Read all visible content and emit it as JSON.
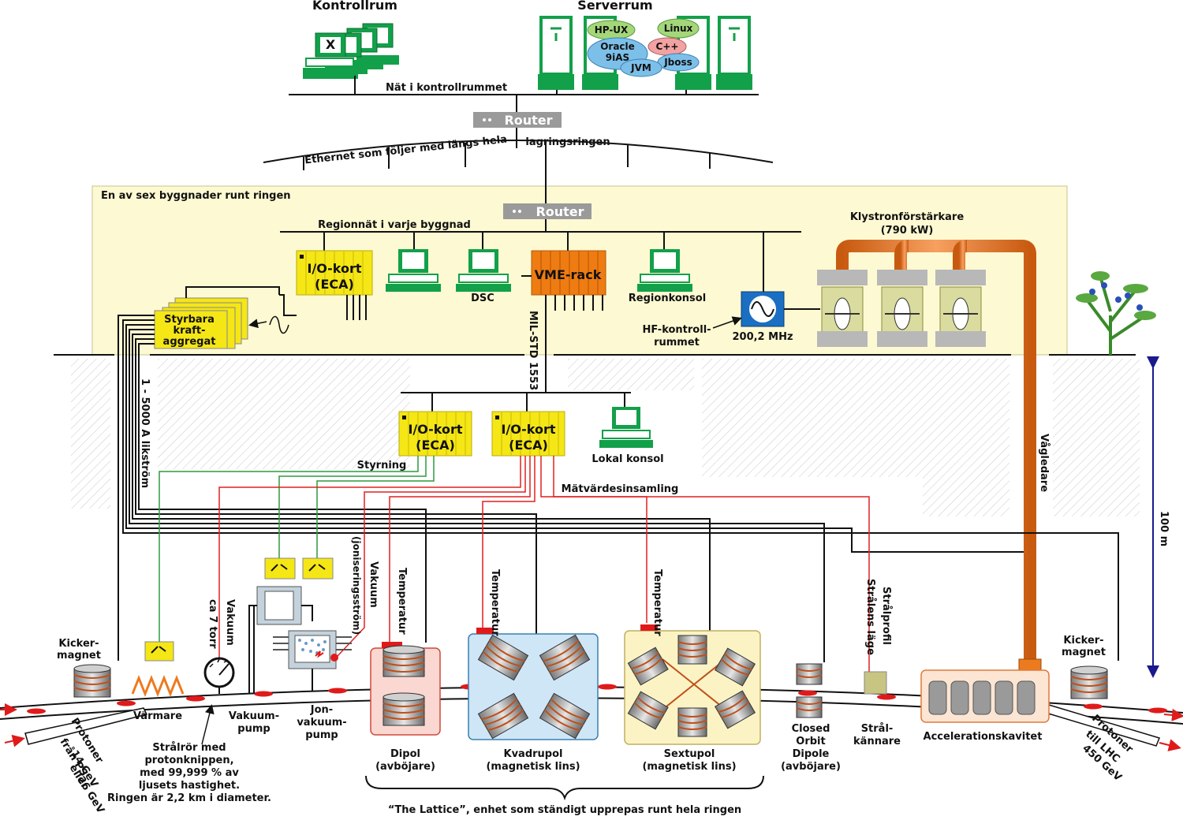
{
  "colors": {
    "building_bg": "#fdf9d2",
    "building_border": "#c8c38a",
    "terminal_green": "#13a04a",
    "io_yellow": "#f5e616",
    "vme_orange": "#ee7c12",
    "pipe_orange": "#ec7a1f",
    "control_green": "#2e9a3e",
    "measure_red": "#e02020",
    "router_gray": "#9a9a9a",
    "beam_red": "#e01a1a",
    "quad_box": "#cfe6f7",
    "sext_box": "#fbf3c4",
    "dipole_box": "#fbd7d2",
    "height_arrow": "#1a1a8c",
    "cloud_green": "#a4d67a",
    "cloud_blue": "#7cc0ea",
    "cloud_pink": "#f2a2a2"
  },
  "top": {
    "kontrollrum": "Kontrollrum",
    "serverrum": "Serverrum",
    "nat_kontrollrum": "Nät i kontrollrummet",
    "router": "Router",
    "ethernet_left": "Ethernet som följer med längs hela",
    "ethernet_right": "lagringsringen",
    "clouds": {
      "hpux": "HP-UX",
      "linux": "Linux",
      "oracle1": "Oracle",
      "oracle2": "9iAS",
      "cpp": "C++",
      "jvm": "JVM",
      "jboss": "Jboss"
    },
    "x_label": "X"
  },
  "building": {
    "title": "En av sex byggnader runt ringen",
    "router": "Router",
    "regionnat": "Regionnät i varje byggnad",
    "io_kort_l1": "I/O-kort",
    "io_kort_l2": "(ECA)",
    "dsc": "DSC",
    "vme": "VME-rack",
    "regionkonsol": "Regionkonsol",
    "klystron_l1": "Klystronförstärkare",
    "klystron_l2": "(790 kW)",
    "hf_l1": "HF-kontroll-",
    "hf_l2": "rummet",
    "freq": "200,2 MHz",
    "styrbara_l1": "Styrbara",
    "styrbara_l2": "kraft-",
    "styrbara_l3": "aggregat",
    "milstd": "MIL-STD 1553"
  },
  "underground": {
    "likstrom": "1 - 5000 A likström",
    "io1_l1": "I/O-kort",
    "io1_l2": "(ECA)",
    "io2_l1": "I/O-kort",
    "io2_l2": "(ECA)",
    "lokal": "Lokal konsol",
    "styrning": "Styrning",
    "matvarde": "Mätvärdesinsamling",
    "vagledare": "Vågledare",
    "hojd": "100 m"
  },
  "ring": {
    "kicker_left_l1": "Kicker-",
    "kicker_left_l2": "magnet",
    "kicker_right_l1": "Kicker-",
    "kicker_right_l2": "magnet",
    "varmare": "Värmare",
    "vakuum_l1": "Vakuum",
    "vakuum_l2": "ca 7 torr",
    "vakuumpump_l1": "Vakuum-",
    "vakuumpump_l2": "pump",
    "jon_l1": "Jon-",
    "jon_l2": "vakuum-",
    "jon_l3": "pump",
    "vakuum_jon_l1": "Vakuum",
    "vakuum_jon_l2": "(joniseringsström)",
    "temp": "Temperatur",
    "temp_short": "Temperatur",
    "dipol_l1": "Dipol",
    "dipol_l2": "(avböjare)",
    "kvadrupol_l1": "Kvadrupol",
    "kvadrupol_l2": "(magnetisk lins)",
    "sextupol_l1": "Sextupol",
    "sextupol_l2": "(magnetisk lins)",
    "closed_l1": "Closed",
    "closed_l2": "Orbit",
    "closed_l3": "Dipole",
    "closed_l4": "(avböjare)",
    "stralprofil_l1": "Strålprofil",
    "stralprofil_l2": "Strålens läge",
    "stral_l1": "Strål-",
    "stral_l2": "kännare",
    "accel": "Accelerationskavitet",
    "protoner_in_l1": "Protoner",
    "protoner_in_l2": "från PS",
    "protoner_in_l3": "14 GeV",
    "protoner_in_l4": "eller",
    "protoner_in_l5": "26 GeV",
    "protoner_out_l1": "Protoner",
    "protoner_out_l2": "till LHC",
    "protoner_out_l3": "450 GeV",
    "stralror_l1": "Strålrör med",
    "stralror_l2": "protonknippen,",
    "stralror_l3": "med 99,999 % av",
    "stralror_l4": "ljusets hastighet.",
    "stralror_l5": "Ringen är 2,2 km i diameter.",
    "lattice": "“The Lattice”, enhet som ständigt upprepas runt hela ringen"
  }
}
